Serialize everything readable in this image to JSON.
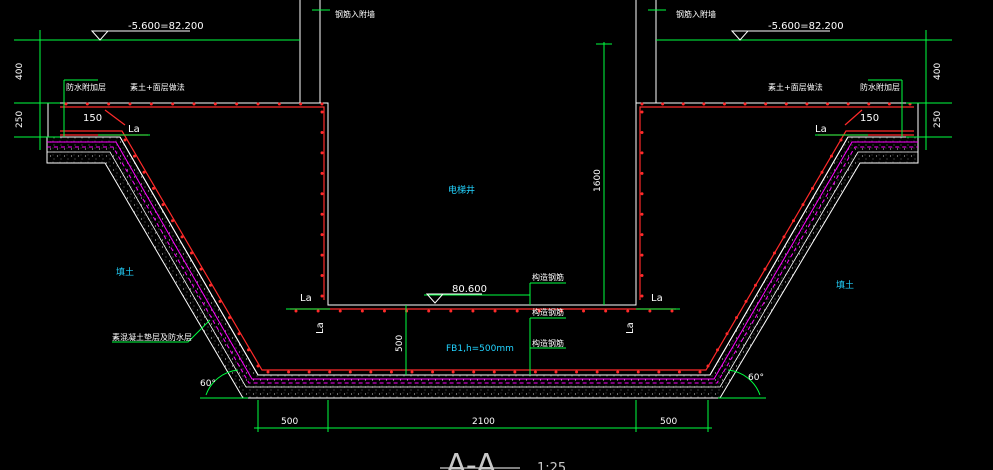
{
  "drawing": {
    "colors": {
      "background": "#000000",
      "structure": "#ffffff",
      "dimension": "#00ff40",
      "rebar": "#ff2a2a",
      "waterproof": "#ff00ff",
      "text": "#ffffff",
      "cyan_text": "#22d3ff"
    },
    "elevations": {
      "left_top": "-5.600=82.200",
      "right_top": "-5.600=82.200",
      "pit_bottom": "80.600"
    },
    "labels": {
      "left_wall_note": "钢筋入附墙",
      "right_wall_note": "钢筋入附墙",
      "left_waterproof": "防水附加层",
      "left_floor_layer": "素土+面层做法",
      "right_floor_layer": "素土+面层做法",
      "right_waterproof": "防水附加层",
      "pit_name": "电梯井",
      "left_soil": "填土",
      "right_soil": "填土",
      "left_slope_note": "素混凝土垫层及防水层",
      "rebar_top": "构造钢筋",
      "rebar_mid": "构造钢筋",
      "rebar_bottom": "构造钢筋",
      "slab_note": "FB1,h=500mm",
      "la_1": "La",
      "la_2": "La",
      "la_3": "La",
      "la_4": "La",
      "la_5": "La",
      "la_6": "La",
      "dim_150_left": "150",
      "dim_150_right": "150"
    },
    "dimensions": {
      "left_400": "400",
      "left_250": "250",
      "right_400": "400",
      "right_250": "250",
      "pit_depth": "1600",
      "slab_thickness": "500",
      "bottom_left": "500",
      "bottom_center": "2100",
      "bottom_right": "500"
    },
    "angles": {
      "left": "60°",
      "right": "60°"
    },
    "section_title": {
      "name": "A-A",
      "scale": "1:25"
    }
  }
}
